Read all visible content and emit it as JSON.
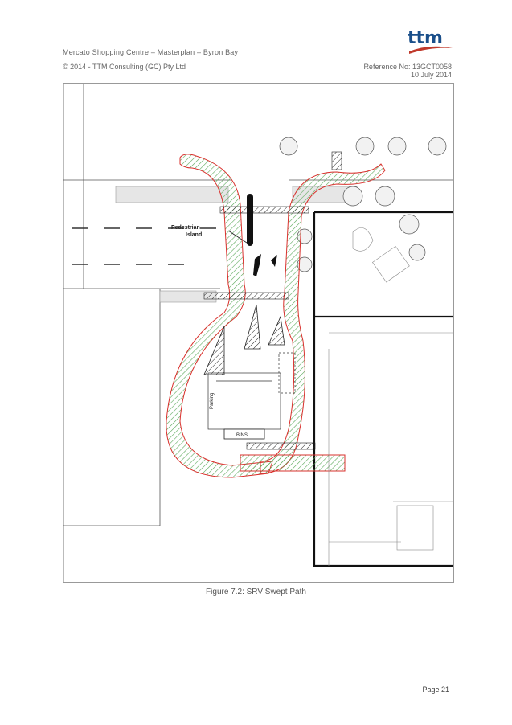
{
  "header": {
    "title": "Mercato Shopping Centre – Masterplan – Byron Bay",
    "copyright": "© 2014 - TTM Consulting (GC) Pty Ltd",
    "reference": "Reference No: 13GCT0058",
    "date": "10 July 2014",
    "logo_text": "ttm",
    "logo_colors": {
      "text": "#1a4f8a",
      "swoosh": "#c0392b"
    }
  },
  "drawing": {
    "labels": {
      "pedestrian_island_line1": "Pedestrian",
      "pedestrian_island_line2": "Island",
      "bins": "BINS",
      "parking": "Parking"
    },
    "colors": {
      "swept_path_outline": "#d9302c",
      "swept_path_fill": "#4a9a4a",
      "linework": "#333333"
    }
  },
  "caption": "Figure 7.2: SRV Swept Path",
  "footer": {
    "page": "Page 21"
  }
}
